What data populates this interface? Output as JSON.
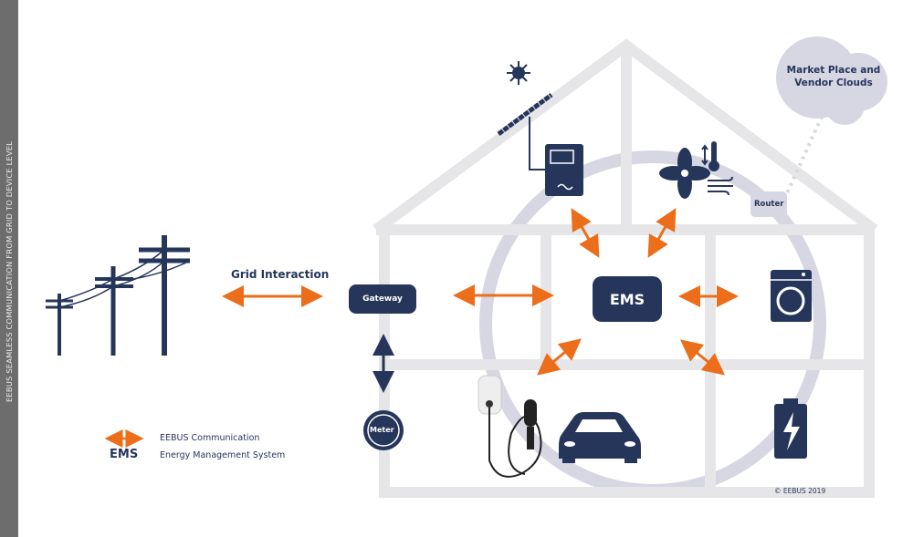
{
  "sidebar": {
    "title": "EEBUS SEAMLESS COMMUNICATION FROM GRID TO DEVICE LEVEL"
  },
  "labels": {
    "grid_interaction": "Grid Interaction",
    "gateway": "Gateway",
    "ems": "EMS",
    "meter": "Meter",
    "router": "Router",
    "cloud": "Market Place and Vendor Clouds",
    "copyright": "© EEBUS 2019"
  },
  "legend": {
    "comm_label": "EEBUS Communication",
    "ems_symbol": "EMS",
    "ems_label": "Energy Management System"
  },
  "colors": {
    "navy": "#26355a",
    "orange": "#ec6d1a",
    "house": "#e6e6e8",
    "ring": "#d7d7e3"
  }
}
